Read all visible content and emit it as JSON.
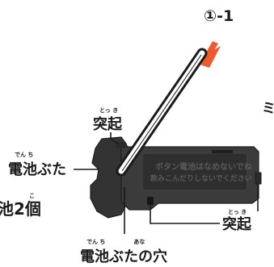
{
  "step_label": "①-1",
  "labels": {
    "protrusion_top": {
      "text": "突起",
      "ruby": "とっ き"
    },
    "battery_cover": {
      "text": "電池ぶた",
      "ruby": "でん ち"
    },
    "battery_count": {
      "text": "池2個",
      "ruby": "こ"
    },
    "protrusion_right": {
      "text": "突起",
      "ruby": "とっ き"
    },
    "cover_hole": {
      "text": "電池ぶたの穴",
      "ruby": "でん ち　　　　　あな"
    },
    "edge_partial": "ミ"
  },
  "embossed_text": {
    "line1": "ボタン電池はなめないでね",
    "line2": "飲みこんだりしないでください"
  },
  "colors": {
    "arrow": "#ee5a2e",
    "body": "#3b3b3b",
    "body_dark": "#242424",
    "panel": "#2e2e2e",
    "ink": "#1a1a1a"
  },
  "icons": {
    "insert_arrow": "arrow-down-left-icon",
    "tool": "pen-tool-icon"
  }
}
